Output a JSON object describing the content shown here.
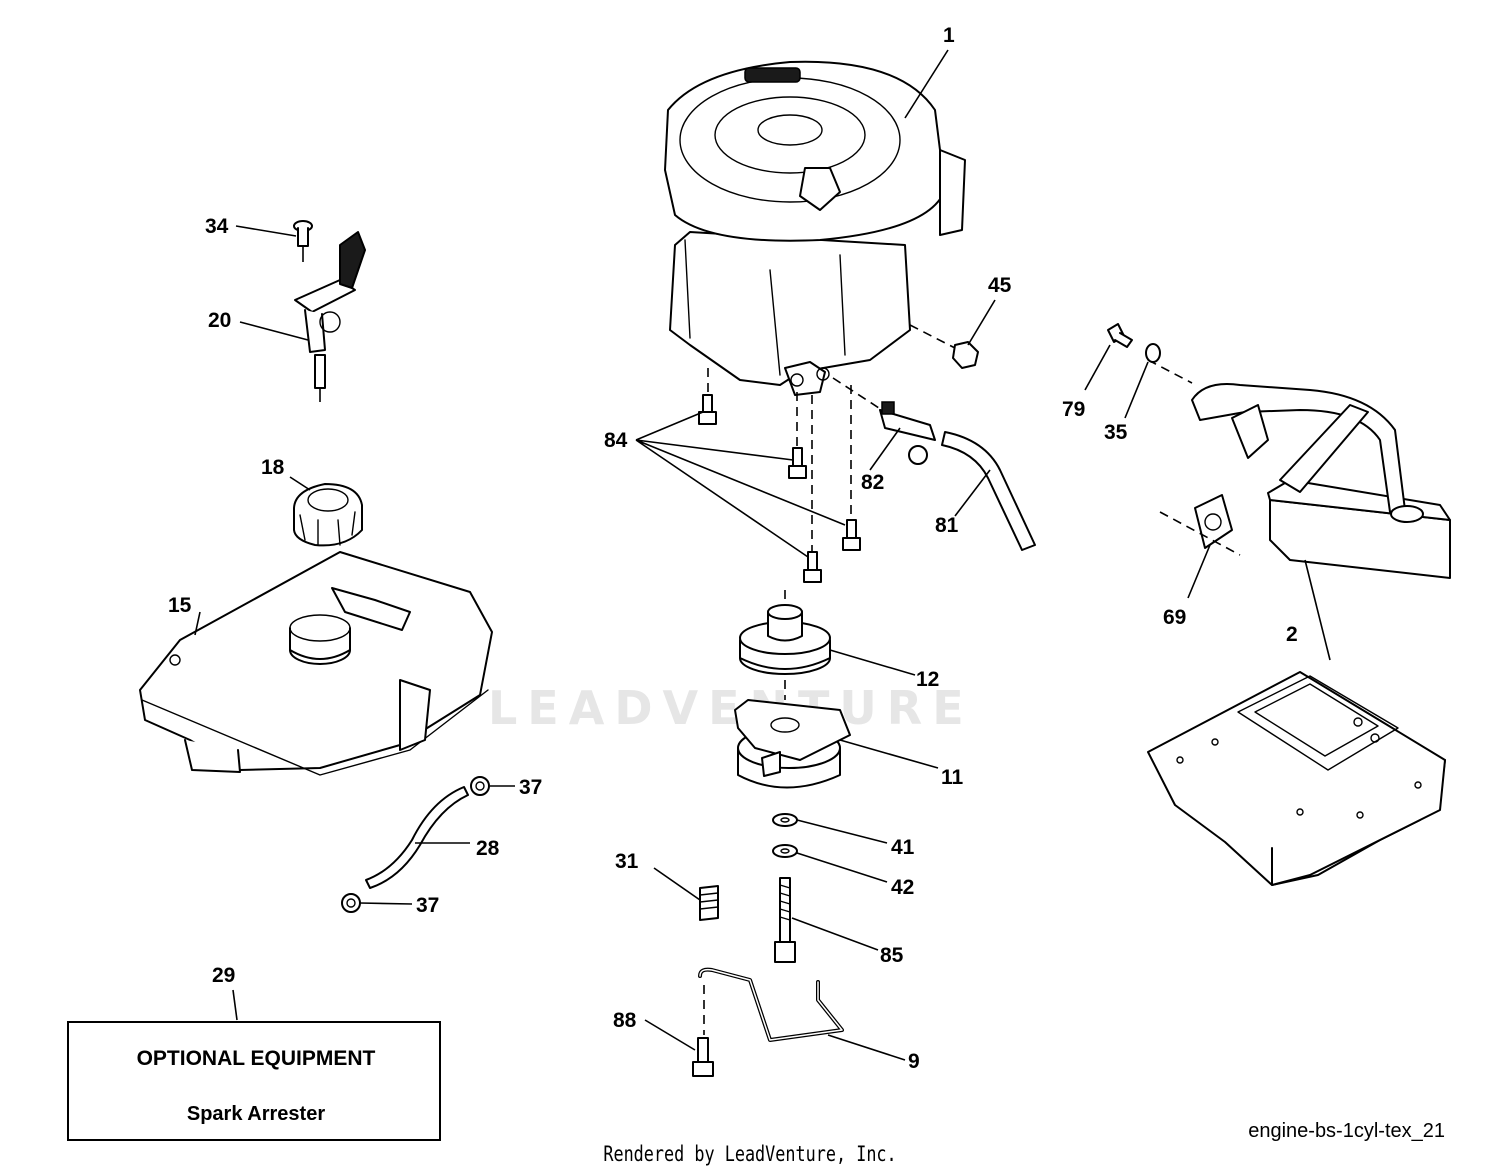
{
  "watermark": "LEADVENTURE",
  "callouts": [
    {
      "key": "1",
      "label": "1"
    },
    {
      "key": "2",
      "label": "2"
    },
    {
      "key": "9",
      "label": "9"
    },
    {
      "key": "11",
      "label": "11"
    },
    {
      "key": "12",
      "label": "12"
    },
    {
      "key": "15",
      "label": "15"
    },
    {
      "key": "18",
      "label": "18"
    },
    {
      "key": "20",
      "label": "20"
    },
    {
      "key": "28",
      "label": "28"
    },
    {
      "key": "29",
      "label": "29"
    },
    {
      "key": "31",
      "label": "31"
    },
    {
      "key": "34",
      "label": "34"
    },
    {
      "key": "35",
      "label": "35"
    },
    {
      "key": "37a",
      "label": "37"
    },
    {
      "key": "37b",
      "label": "37"
    },
    {
      "key": "41",
      "label": "41"
    },
    {
      "key": "42",
      "label": "42"
    },
    {
      "key": "45",
      "label": "45"
    },
    {
      "key": "69",
      "label": "69"
    },
    {
      "key": "79",
      "label": "79"
    },
    {
      "key": "81",
      "label": "81"
    },
    {
      "key": "82",
      "label": "82"
    },
    {
      "key": "84",
      "label": "84"
    },
    {
      "key": "85",
      "label": "85"
    },
    {
      "key": "88",
      "label": "88"
    }
  ],
  "optional_box": {
    "title": "OPTIONAL EQUIPMENT",
    "item": "Spark Arrester"
  },
  "diagram_code": "engine-bs-1cyl-tex_21",
  "rendered_by": "Rendered by LeadVenture, Inc."
}
